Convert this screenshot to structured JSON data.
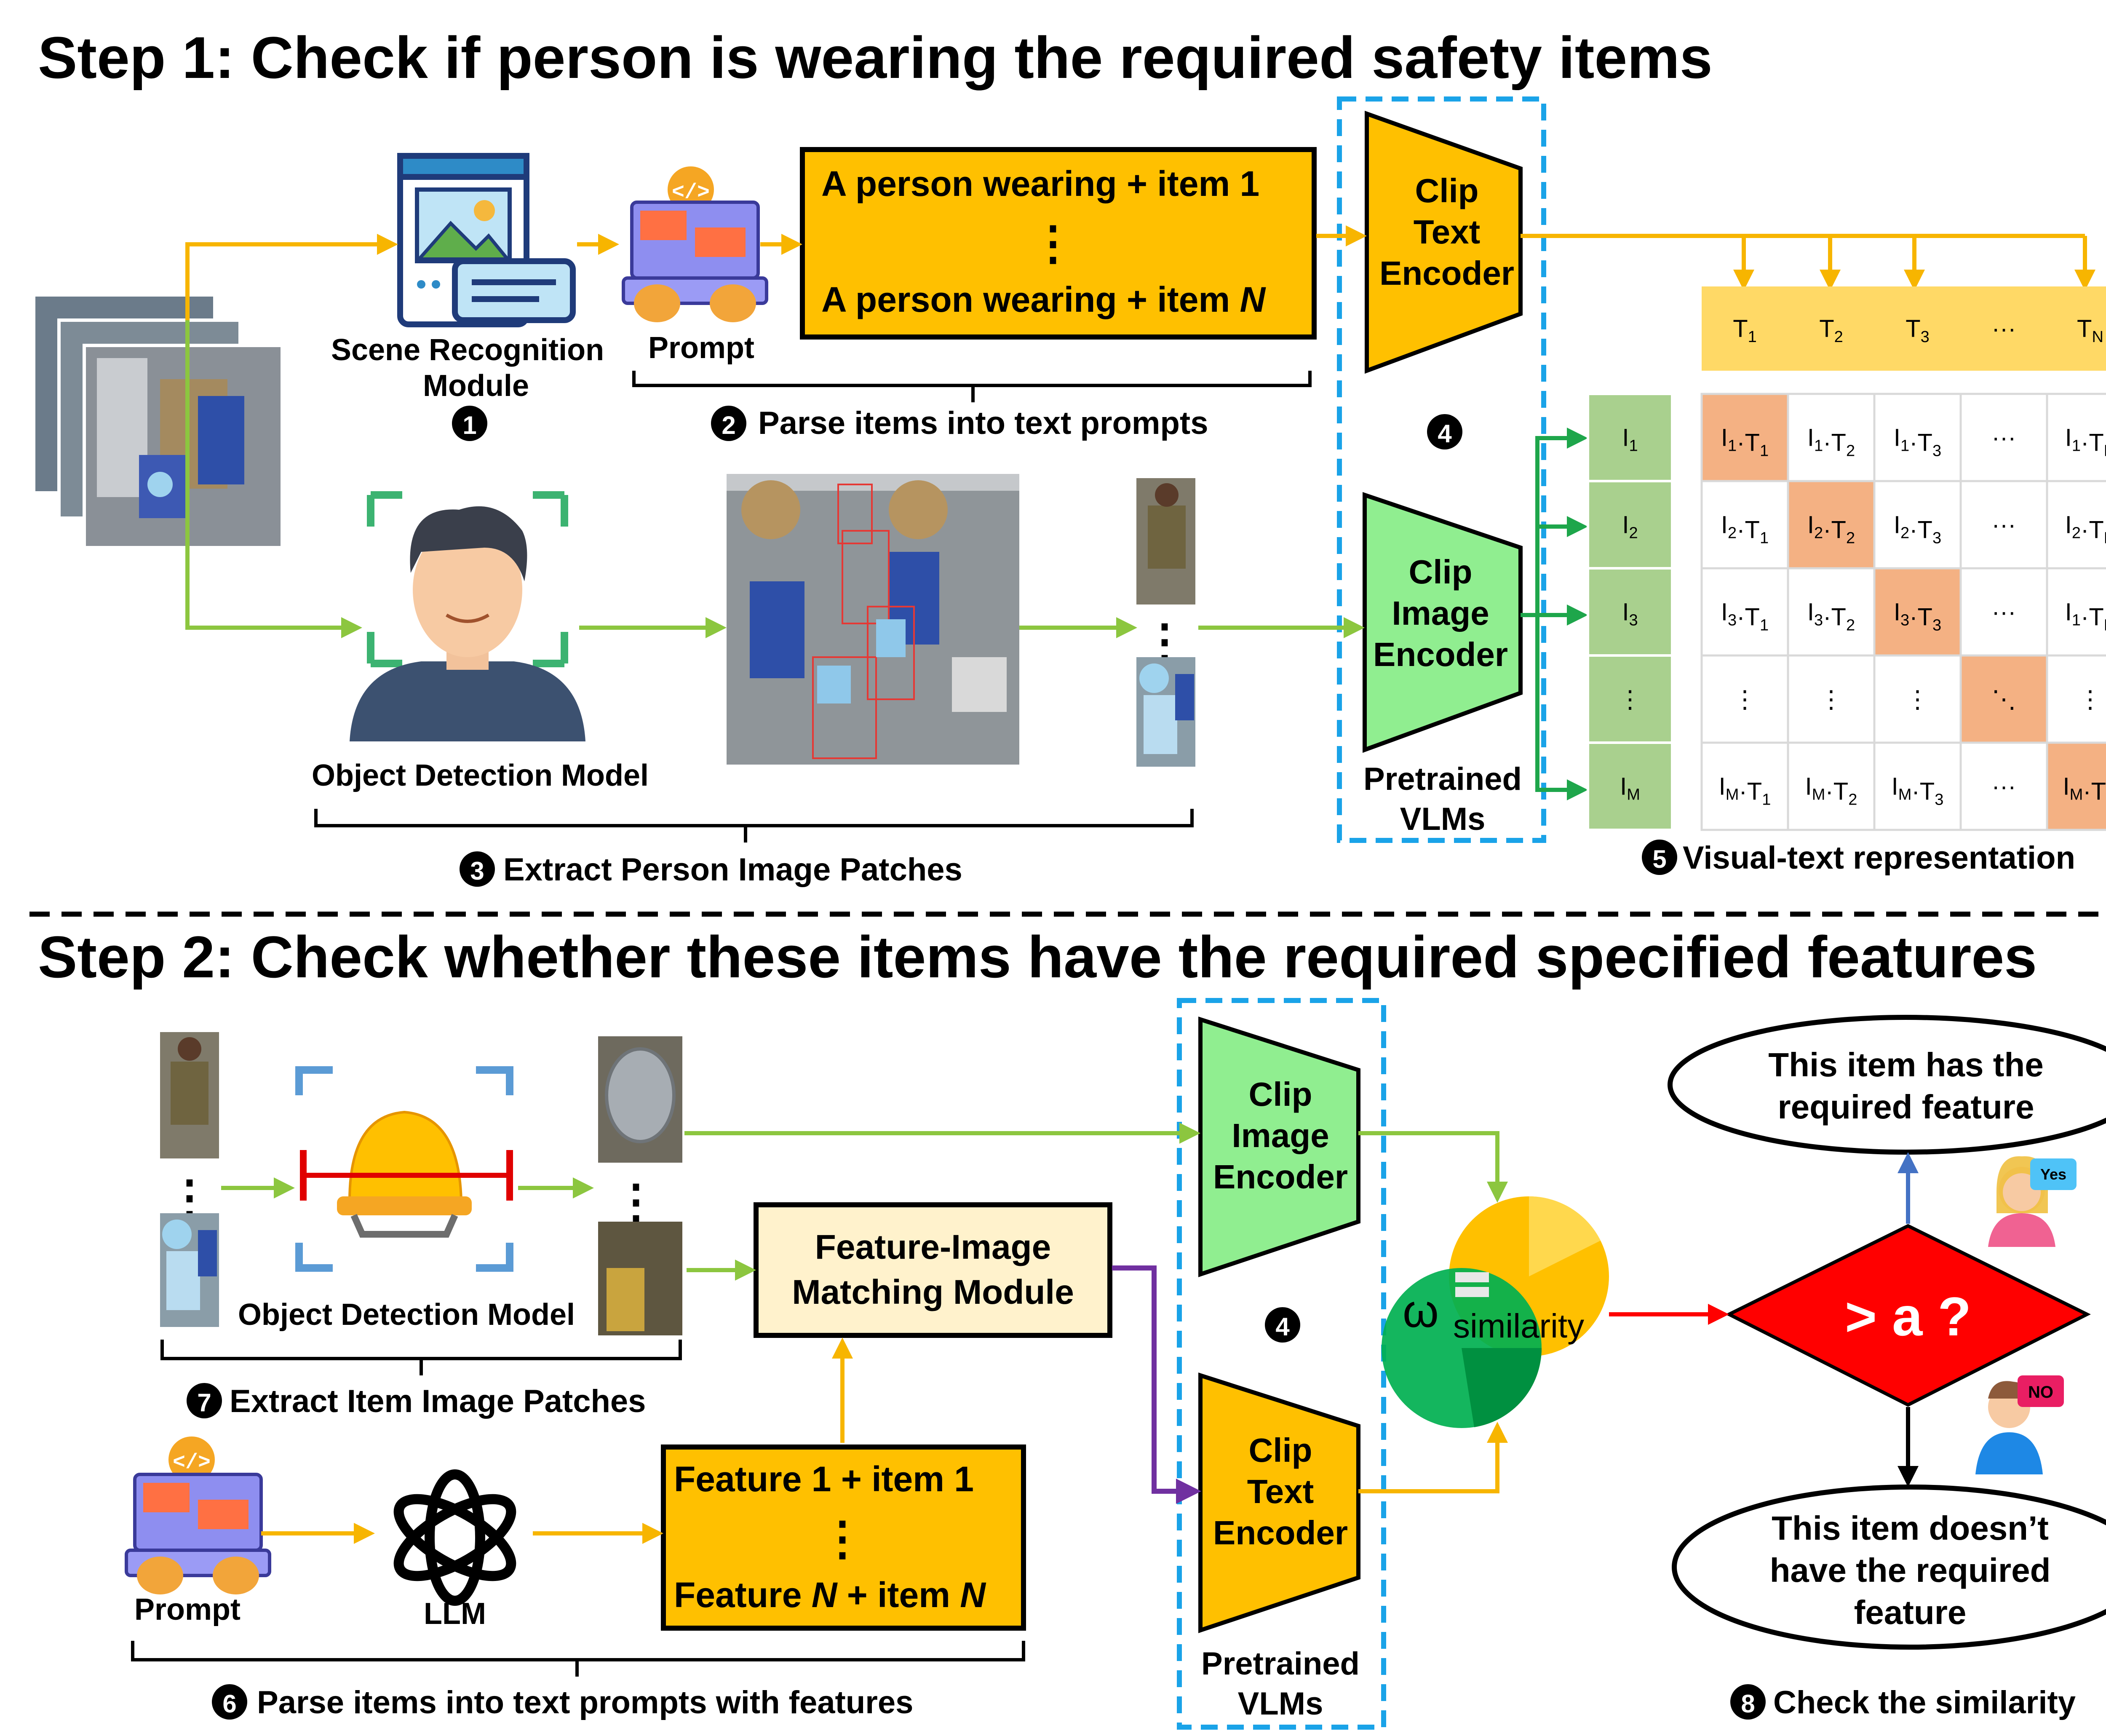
{
  "step1": {
    "title": "Step 1: Check if person is wearing the required safety items",
    "scene_recognition_label_1": "Scene Recognition",
    "scene_recognition_label_2": "Module",
    "prompt_label": "Prompt",
    "prompt_box_line1": "A person wearing + item 1",
    "prompt_box_dots": "⋮",
    "prompt_box_line2_prefix": "A person wearing + item ",
    "prompt_box_line2_var": "N",
    "clip_text_encoder": [
      "Clip",
      "Text",
      "Encoder"
    ],
    "clip_image_encoder": [
      "Clip",
      "Image",
      "Encoder"
    ],
    "pretrained_vlms": [
      "Pretrained",
      "VLMs"
    ],
    "object_detection_label": "Object Detection Model",
    "step_labels": {
      "s1": "1",
      "s2": "2",
      "s2_text": "Parse items into text prompts",
      "s3": "3",
      "s3_text": "Extract Person Image Patches",
      "s4": "4",
      "s5": "5",
      "s5_text": "Visual-text representation"
    },
    "matrix": {
      "header": [
        {
          "b": "T",
          "s": "1"
        },
        {
          "b": "T",
          "s": "2"
        },
        {
          "b": "T",
          "s": "3"
        },
        {
          "b": "···",
          "s": ""
        },
        {
          "b": "T",
          "s": "N"
        }
      ],
      "rows": [
        {
          "label": {
            "b": "I",
            "s": "1"
          },
          "cells": [
            [
              "I",
              "1",
              "T",
              "1"
            ],
            [
              "I",
              "1",
              "T",
              "2"
            ],
            [
              "I",
              "1",
              "T",
              "3"
            ],
            [
              "···"
            ],
            [
              "I",
              "1",
              "T",
              "N"
            ]
          ],
          "hl": 0
        },
        {
          "label": {
            "b": "I",
            "s": "2"
          },
          "cells": [
            [
              "I",
              "2",
              "T",
              "1"
            ],
            [
              "I",
              "2",
              "T",
              "2"
            ],
            [
              "I",
              "2",
              "T",
              "3"
            ],
            [
              "···"
            ],
            [
              "I",
              "2",
              "T",
              "N"
            ]
          ],
          "hl": 1
        },
        {
          "label": {
            "b": "I",
            "s": "3"
          },
          "cells": [
            [
              "I",
              "3",
              "T",
              "1"
            ],
            [
              "I",
              "3",
              "T",
              "2"
            ],
            [
              "I",
              "3",
              "T",
              "3"
            ],
            [
              "···"
            ],
            [
              "I",
              "1",
              "T",
              "N"
            ]
          ],
          "hl": 2
        },
        {
          "label": {
            "b": "⋮",
            "s": ""
          },
          "cells": [
            [
              "⋮"
            ],
            [
              "⋮"
            ],
            [
              "⋮"
            ],
            [
              "⋱"
            ],
            [
              "⋮"
            ]
          ],
          "hl": 3
        },
        {
          "label": {
            "b": "I",
            "s": "M"
          },
          "cells": [
            [
              "I",
              "M",
              "T",
              "1"
            ],
            [
              "I",
              "M",
              "T",
              "2"
            ],
            [
              "I",
              "M",
              "T",
              "3"
            ],
            [
              "···"
            ],
            [
              "I",
              "M",
              "T",
              "N"
            ]
          ],
          "hl": 4
        }
      ]
    }
  },
  "step2": {
    "title": "Step 2: Check whether these items have the required specified features",
    "object_detection_label": "Object Detection Model",
    "feature_matching": [
      "Feature-Image",
      "Matching Module"
    ],
    "prompt_label": "Prompt",
    "llm_label": "LLM",
    "feature_box_line1": "Feature 1 + item 1",
    "feature_box_dots": "⋮",
    "feature_box_line2": [
      "Feature ",
      "N",
      " + item ",
      "N"
    ],
    "clip_image_encoder": [
      "Clip",
      "Image",
      "Encoder"
    ],
    "clip_text_encoder": [
      "Clip",
      "Text",
      "Encoder"
    ],
    "pretrained_vlms": [
      "Pretrained",
      "VLMs"
    ],
    "similarity_symbol": "ω",
    "similarity_sub": "similarity",
    "decision": "> a ?",
    "yes_result": [
      "This item has the",
      "required feature"
    ],
    "no_result": [
      "This item doesn’t",
      "have the required",
      "feature"
    ],
    "yes_badge": "Yes",
    "no_badge": "NO",
    "step_labels": {
      "s4": "4",
      "s6": "6",
      "s6_text": "Parse items into text prompts with features",
      "s7": "7",
      "s7_text": "Extract Item Image Patches",
      "s8": "8",
      "s8_text": "Check the similarity"
    }
  },
  "colors": {
    "yellow_arrow": "#F7B500",
    "green_arrow": "#8CC63F",
    "dark_green_arrow": "#1EA64B",
    "orange_box": "#FFC000",
    "green_box": "#90EE90",
    "matrix_header": "#FFD966",
    "matrix_label": "#A9D08E",
    "matrix_highlight": "#F4B183",
    "dashed_box": "#1AA3E8",
    "purple_arrow": "#7030A0",
    "red": "#FF0000",
    "blue_arrow": "#4472C4"
  }
}
